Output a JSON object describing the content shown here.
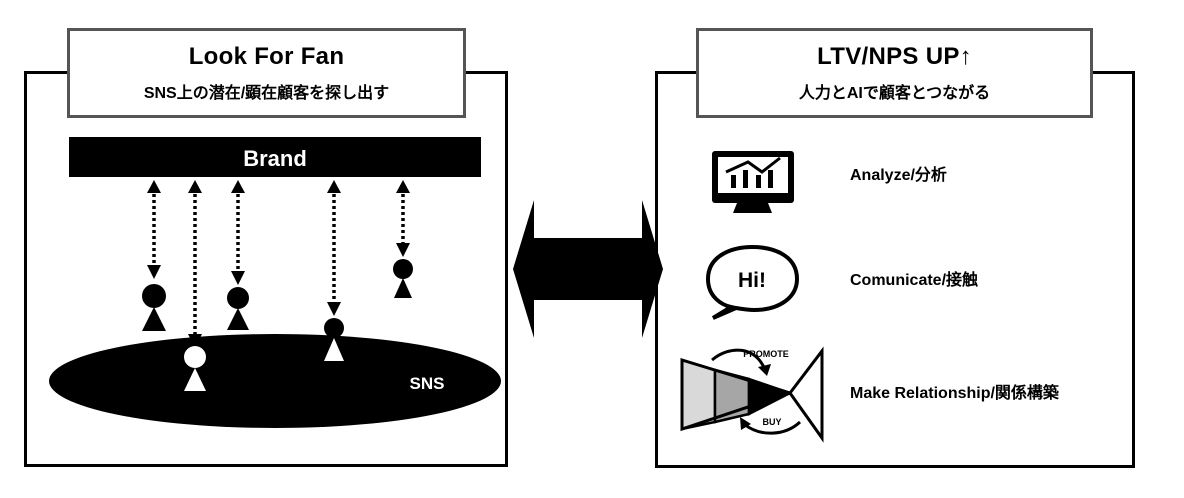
{
  "left_panel": {
    "title": "Look For Fan",
    "subtitle": "SNS上の潜在/顕在顧客を探し出す",
    "brand_label": "Brand",
    "sns_label": "SNS",
    "people": [
      {
        "status": "connected"
      },
      {
        "status": "in-sns"
      },
      {
        "status": "connected"
      },
      {
        "status": "connected-on-sns"
      },
      {
        "status": "connected"
      }
    ]
  },
  "connector": {
    "icon": "double-arrow-icon"
  },
  "right_panel": {
    "title": "LTV/NPS UP↑",
    "subtitle": "人力とAIで顧客とつながる",
    "items": [
      {
        "icon": "monitor-chart-icon",
        "label": "Analyze/分析"
      },
      {
        "icon": "speech-bubble-icon",
        "bubble_text": "Hi!",
        "label": "Comunicate/接触"
      },
      {
        "icon": "funnel-cycle-icon",
        "promote_label": "PROMOTE",
        "buy_label": "BUY",
        "label": "Make Relationship/関係構築"
      }
    ]
  },
  "colors": {
    "frame": "#000000",
    "header_border": "#555555",
    "funnel_light": "#d9d9d9",
    "funnel_mid": "#a6a6a6"
  }
}
